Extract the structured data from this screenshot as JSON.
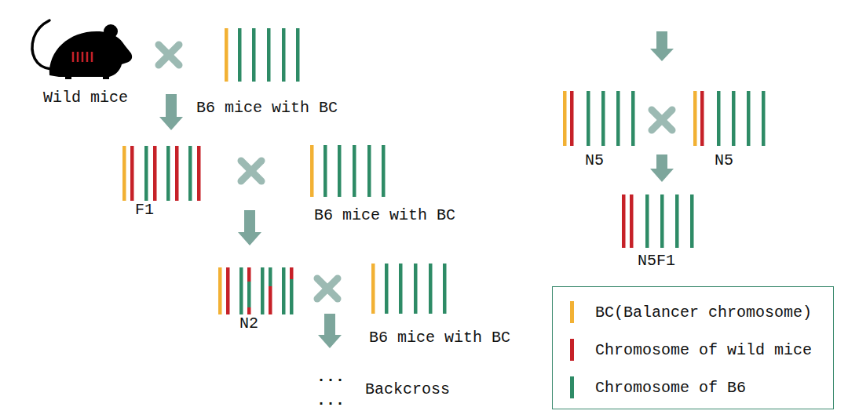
{
  "diagram": {
    "nodes": [
      {
        "text": [
          "Wild mice"
        ]
      },
      {
        "text": [
          "B6 mice with BC"
        ]
      },
      {
        "text": [
          "F1"
        ]
      },
      {
        "text": [
          "B6 mice with BC"
        ]
      },
      {
        "text": [
          "N2"
        ]
      },
      {
        "text": [
          "B6 mice with BC"
        ]
      },
      {
        "text": [
          "...",
          "..."
        ]
      },
      {
        "text": [
          "N5"
        ]
      },
      {
        "text": [
          "N5"
        ]
      },
      {
        "text": [
          "N5F1"
        ]
      }
    ],
    "edges": [
      {
        "from": 0,
        "to": 2,
        "arrow": "to"
      },
      {
        "from": 2,
        "to": 4,
        "arrow": "to"
      },
      {
        "from": 4,
        "to": 6,
        "arrow": "to"
      },
      {
        "from": 7,
        "to": 9,
        "arrow": "to"
      }
    ],
    "labels": [
      "Backcross"
    ],
    "legend": [
      {
        "text": "BC(Balancer chromosome)",
        "color": "#f2b134"
      },
      {
        "text": "Chromosome of wild mice",
        "color": "#c62128"
      },
      {
        "text": "Chromosome of B6",
        "color": "#2e8b66"
      }
    ]
  }
}
